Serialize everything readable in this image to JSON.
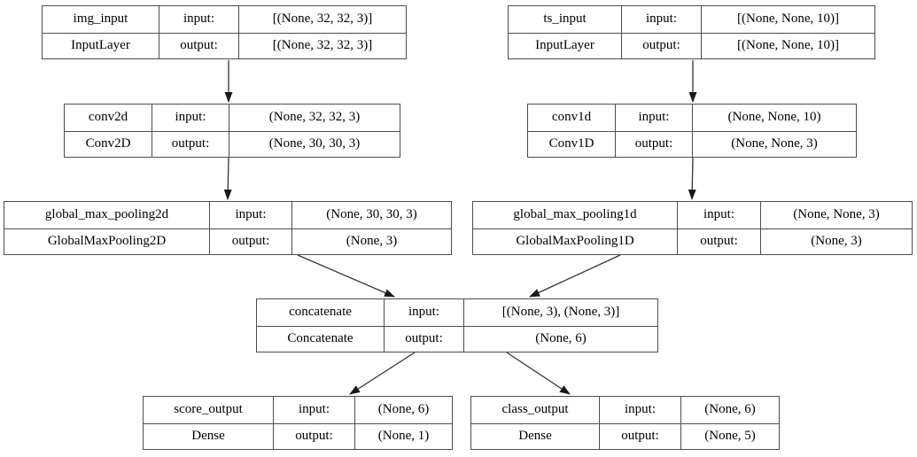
{
  "colors": {
    "background": "#ffffff",
    "node_border": "#4d4d4d",
    "text": "#000000",
    "arrow": "#333333"
  },
  "labels": {
    "input": "input:",
    "output": "output:"
  },
  "nodes": [
    {
      "name": "img_input",
      "class_name": "InputLayer",
      "input_shape": "[(None, 32, 32, 3)]",
      "output_shape": "[(None, 32, 32, 3)]"
    },
    {
      "name": "ts_input",
      "class_name": "InputLayer",
      "input_shape": "[(None, None, 10)]",
      "output_shape": "[(None, None, 10)]"
    },
    {
      "name": "conv2d",
      "class_name": "Conv2D",
      "input_shape": "(None, 32, 32, 3)",
      "output_shape": "(None, 30, 30, 3)"
    },
    {
      "name": "conv1d",
      "class_name": "Conv1D",
      "input_shape": "(None, None, 10)",
      "output_shape": "(None, None, 3)"
    },
    {
      "name": "global_max_pooling2d",
      "class_name": "GlobalMaxPooling2D",
      "input_shape": "(None, 30, 30, 3)",
      "output_shape": "(None, 3)"
    },
    {
      "name": "global_max_pooling1d",
      "class_name": "GlobalMaxPooling1D",
      "input_shape": "(None, None, 3)",
      "output_shape": "(None, 3)"
    },
    {
      "name": "concatenate",
      "class_name": "Concatenate",
      "input_shape": "[(None, 3), (None, 3)]",
      "output_shape": "(None, 6)"
    },
    {
      "name": "score_output",
      "class_name": "Dense",
      "input_shape": "(None, 6)",
      "output_shape": "(None, 1)"
    },
    {
      "name": "class_output",
      "class_name": "Dense",
      "input_shape": "(None, 6)",
      "output_shape": "(None, 5)"
    }
  ],
  "edges": [
    {
      "from": "img_input",
      "to": "conv2d"
    },
    {
      "from": "ts_input",
      "to": "conv1d"
    },
    {
      "from": "conv2d",
      "to": "global_max_pooling2d"
    },
    {
      "from": "conv1d",
      "to": "global_max_pooling1d"
    },
    {
      "from": "global_max_pooling2d",
      "to": "concatenate"
    },
    {
      "from": "global_max_pooling1d",
      "to": "concatenate"
    },
    {
      "from": "concatenate",
      "to": "score_output"
    },
    {
      "from": "concatenate",
      "to": "class_output"
    }
  ]
}
